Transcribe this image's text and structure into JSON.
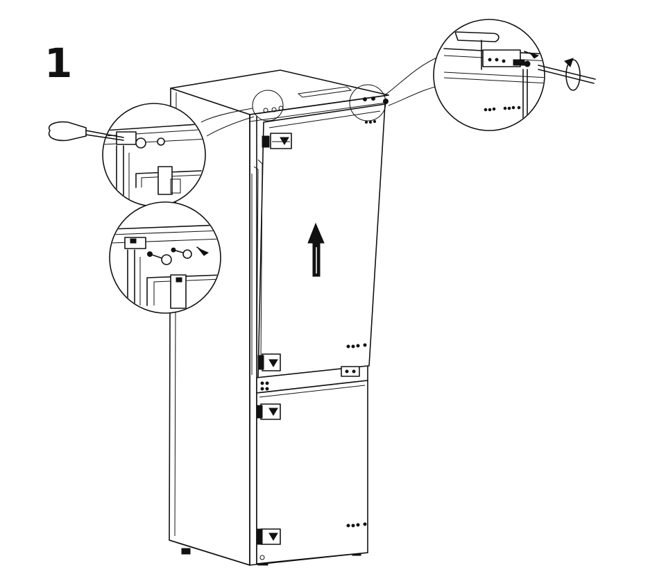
{
  "step": {
    "number": "1"
  },
  "colors": {
    "line": "#111111",
    "background": "#ffffff"
  },
  "figure": {
    "subject": "built-in-fridge-freezer",
    "callouts": [
      "detail-top-left-screwdriver",
      "detail-middle-left-pin-removal",
      "detail-top-right-screw-removal"
    ],
    "direction_arrow": "up"
  }
}
